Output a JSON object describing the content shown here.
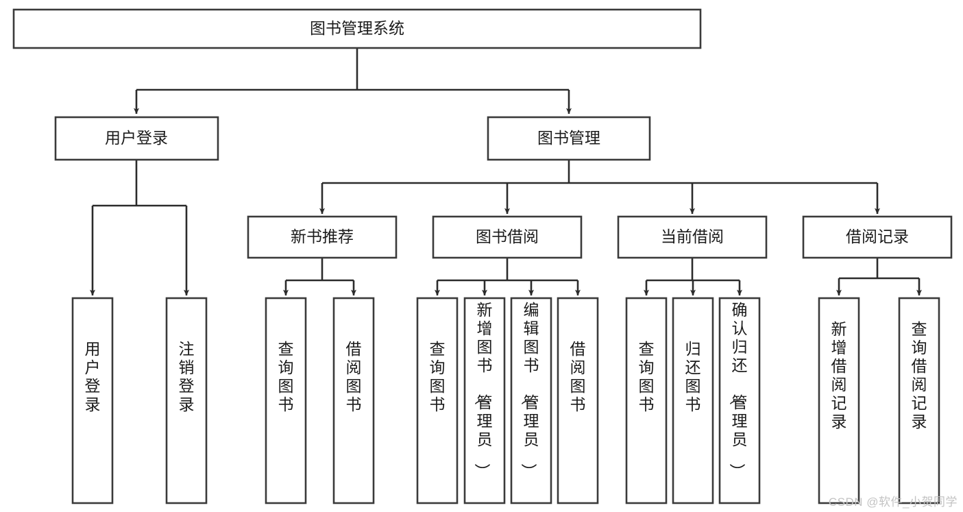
{
  "diagram": {
    "type": "tree-flowchart",
    "title": "图书管理系统",
    "watermark": "CSDN @软件_小贺同学",
    "colors": {
      "box_stroke": "#3a3a3a",
      "box_fill": "#ffffff",
      "link_stroke": "#2b2b2b",
      "text": "#1b1b1b",
      "watermark": "#c3c3c3",
      "background": "#ffffff"
    },
    "root": {
      "id": "root",
      "label": "图书管理系统"
    },
    "level2": [
      {
        "id": "user-login",
        "label": "用户登录"
      },
      {
        "id": "book-manage",
        "label": "图书管理"
      }
    ],
    "level3": [
      {
        "id": "new-book-recommend",
        "label": "新书推荐",
        "parent": "book-manage"
      },
      {
        "id": "book-borrow",
        "label": "图书借阅",
        "parent": "book-manage"
      },
      {
        "id": "current-borrow",
        "label": "当前借阅",
        "parent": "book-manage"
      },
      {
        "id": "borrow-record",
        "label": "借阅记录",
        "parent": "book-manage"
      }
    ],
    "leaves": {
      "user-login": [
        {
          "id": "leaf-user-login",
          "label": "用户登录"
        },
        {
          "id": "leaf-user-logout",
          "label": "注销登录"
        }
      ],
      "new-book-recommend": [
        {
          "id": "leaf-query-book-1",
          "label": "查询图书"
        },
        {
          "id": "leaf-borrow-book-1",
          "label": "借阅图书"
        }
      ],
      "book-borrow": [
        {
          "id": "leaf-query-book-2",
          "label": "查询图书"
        },
        {
          "id": "leaf-add-book",
          "label": "新增图书（管理员）"
        },
        {
          "id": "leaf-edit-book",
          "label": "编辑图书（管理员）"
        },
        {
          "id": "leaf-borrow-book-2",
          "label": "借阅图书"
        }
      ],
      "current-borrow": [
        {
          "id": "leaf-query-book-3",
          "label": "查询图书"
        },
        {
          "id": "leaf-return-book",
          "label": "归还图书"
        },
        {
          "id": "leaf-confirm-return",
          "label": "确认归还（管理员）"
        }
      ],
      "borrow-record": [
        {
          "id": "leaf-add-record",
          "label": "新增借阅记录"
        },
        {
          "id": "leaf-query-record",
          "label": "查询借阅记录"
        }
      ]
    }
  }
}
